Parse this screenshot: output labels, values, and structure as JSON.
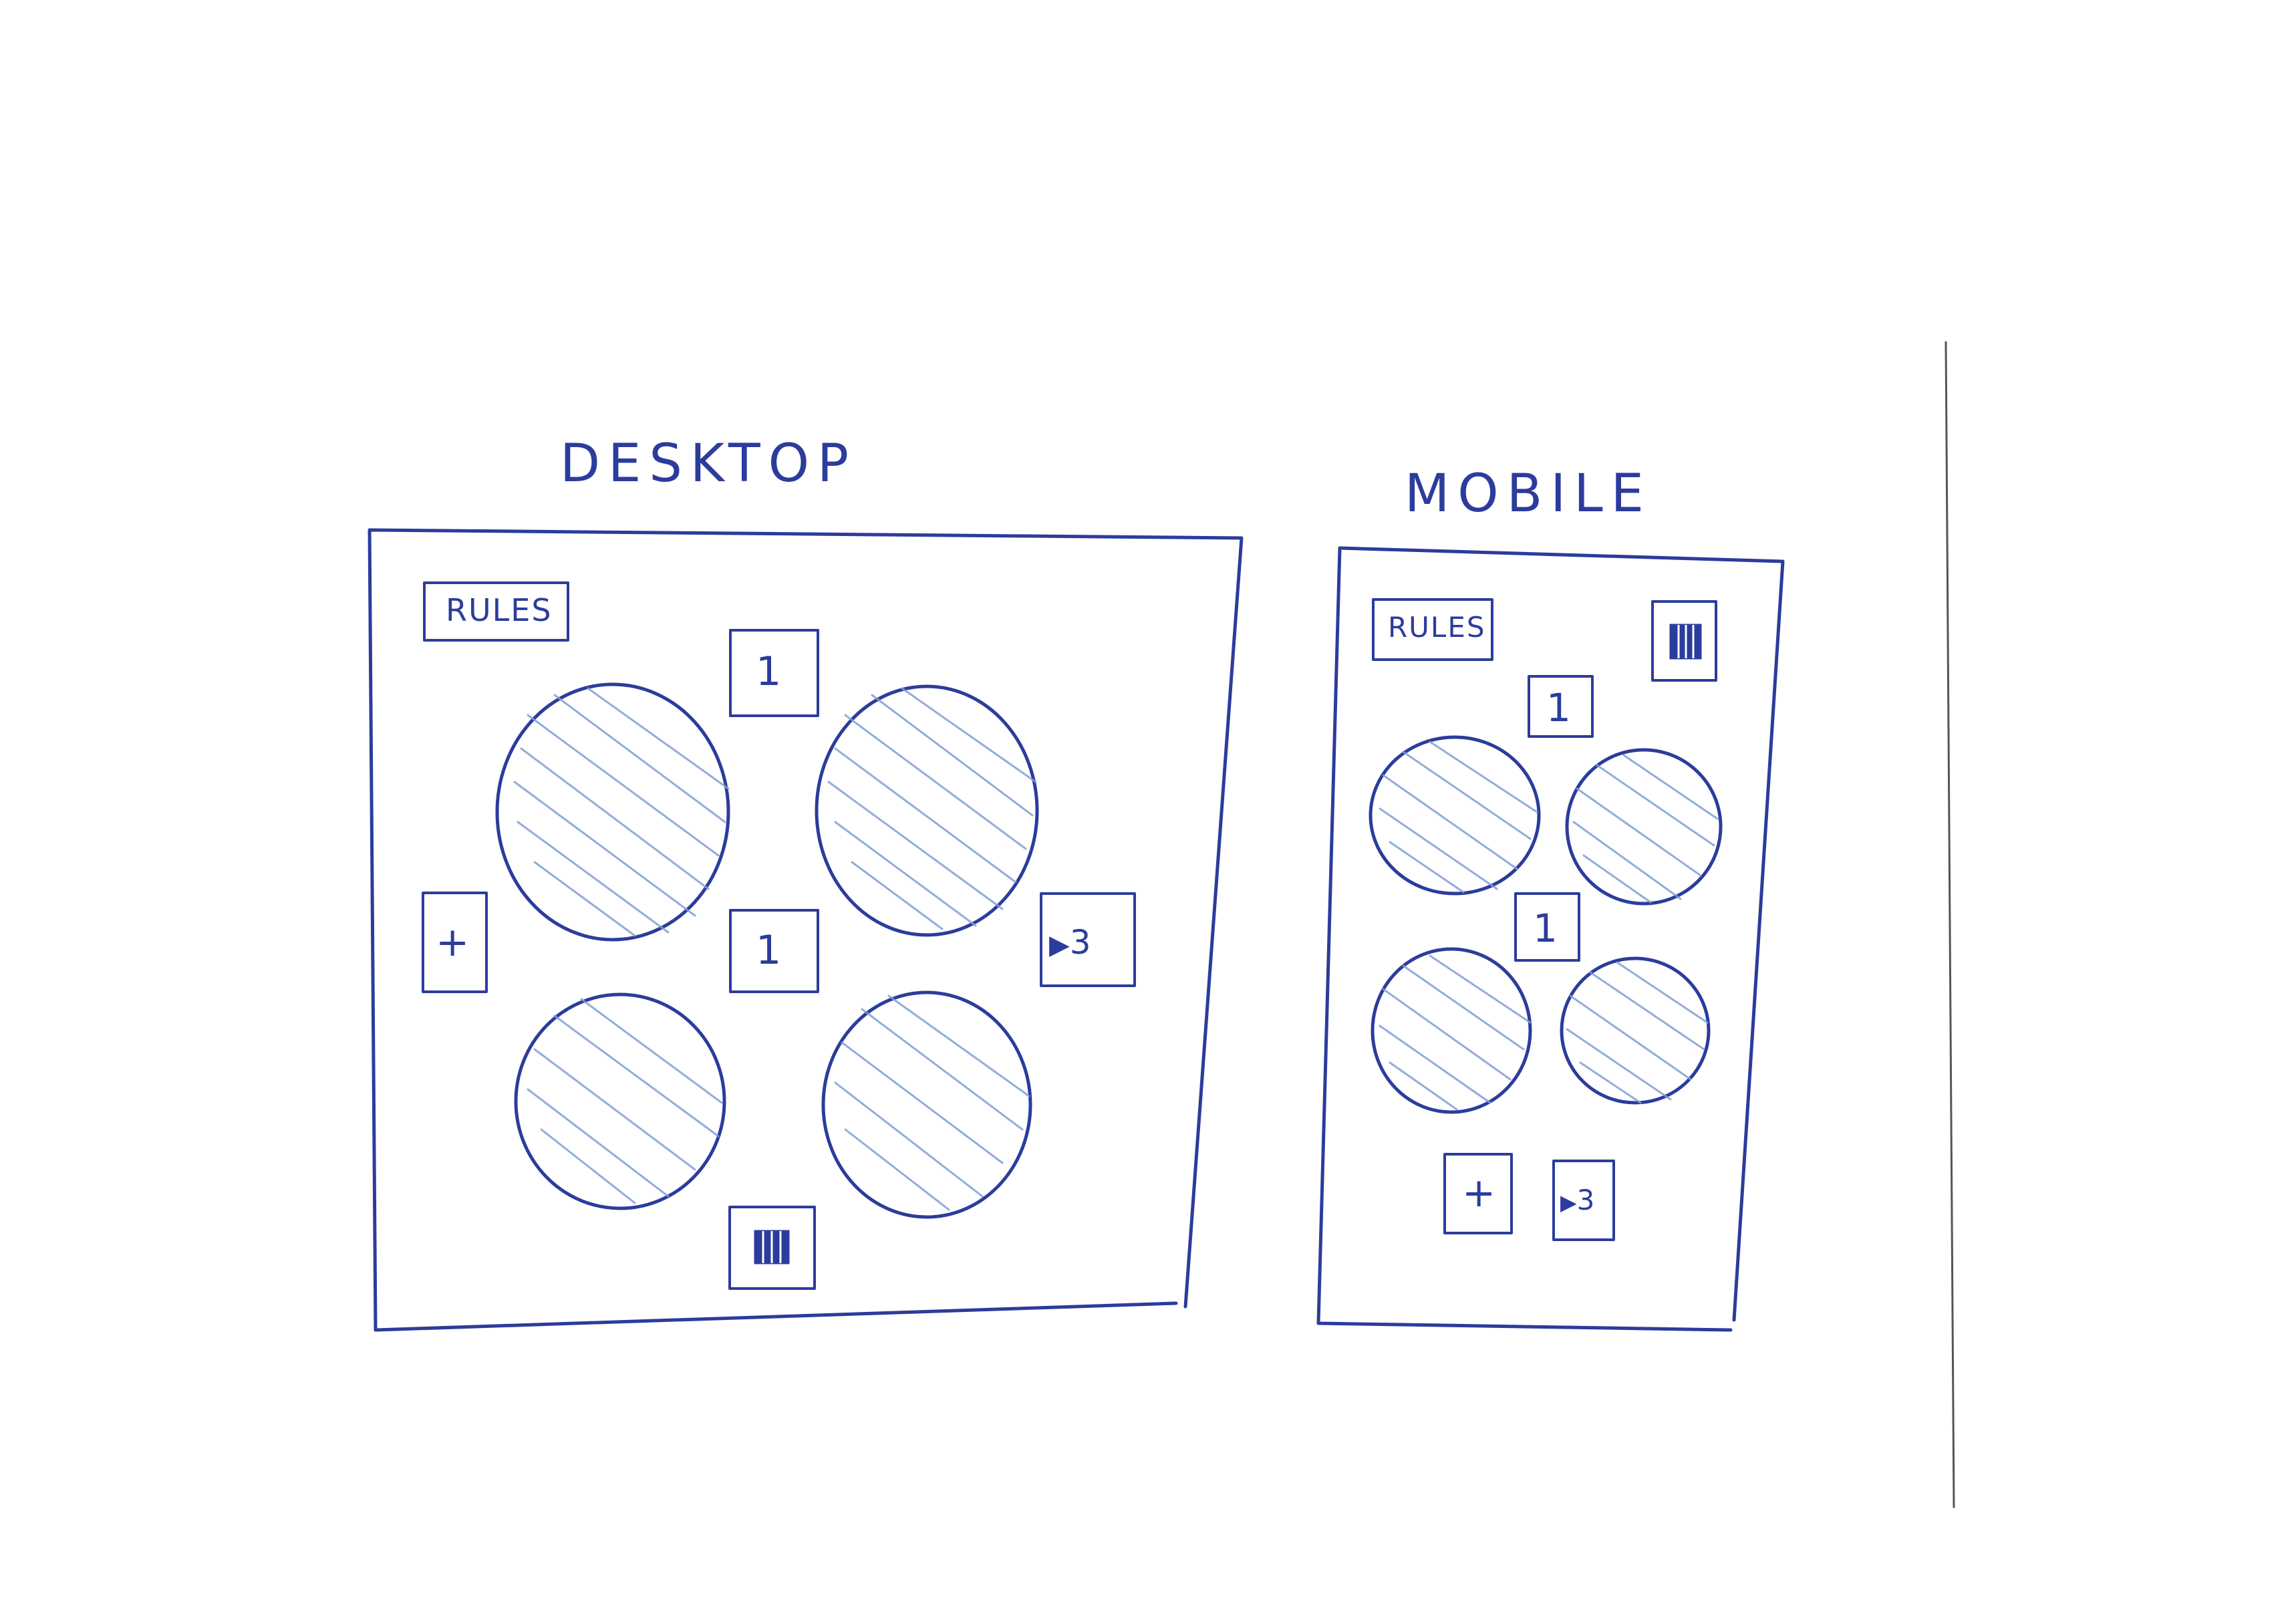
{
  "desktop": {
    "title": "DESKTOP",
    "rules_label": "RULES",
    "top_counter": "1",
    "center_counter": "1",
    "add_label": "+",
    "flag_icon": "play-triangle-icon",
    "flag_count": "3",
    "dice_icon": "hatched-square-icon"
  },
  "mobile": {
    "title": "MOBILE",
    "rules_label": "RULES",
    "top_counter": "1",
    "center_counter": "1",
    "add_label": "+",
    "flag_icon": "play-triangle-icon",
    "flag_count": "3",
    "dice_icon": "hatched-square-icon"
  },
  "colors": {
    "ink": "#2c3c9c",
    "hatch": "#7f9fd6",
    "paper": "#ffffff"
  }
}
